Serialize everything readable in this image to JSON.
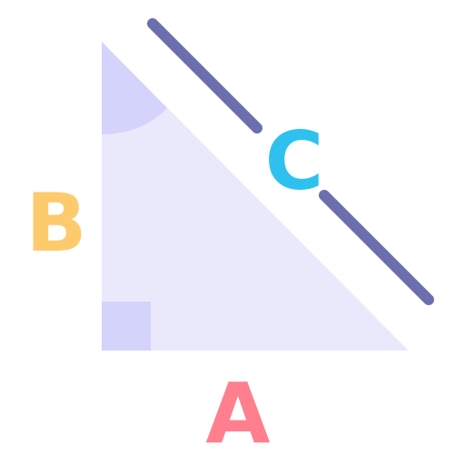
{
  "diagram": {
    "labels": {
      "side_a": "A",
      "side_b": "B",
      "side_c": "C"
    },
    "colors": {
      "triangle_fill": "#EAE9FC",
      "angle_fill": "#D4D3FB",
      "hypotenuse_line": "#6B6FAE",
      "label_a": "#FF7F8E",
      "label_b": "#FDCB6E",
      "label_c": "#2EC1EE"
    },
    "icons": [
      "right-triangle-icon",
      "right-angle-marker-icon",
      "angle-arc-icon"
    ]
  }
}
